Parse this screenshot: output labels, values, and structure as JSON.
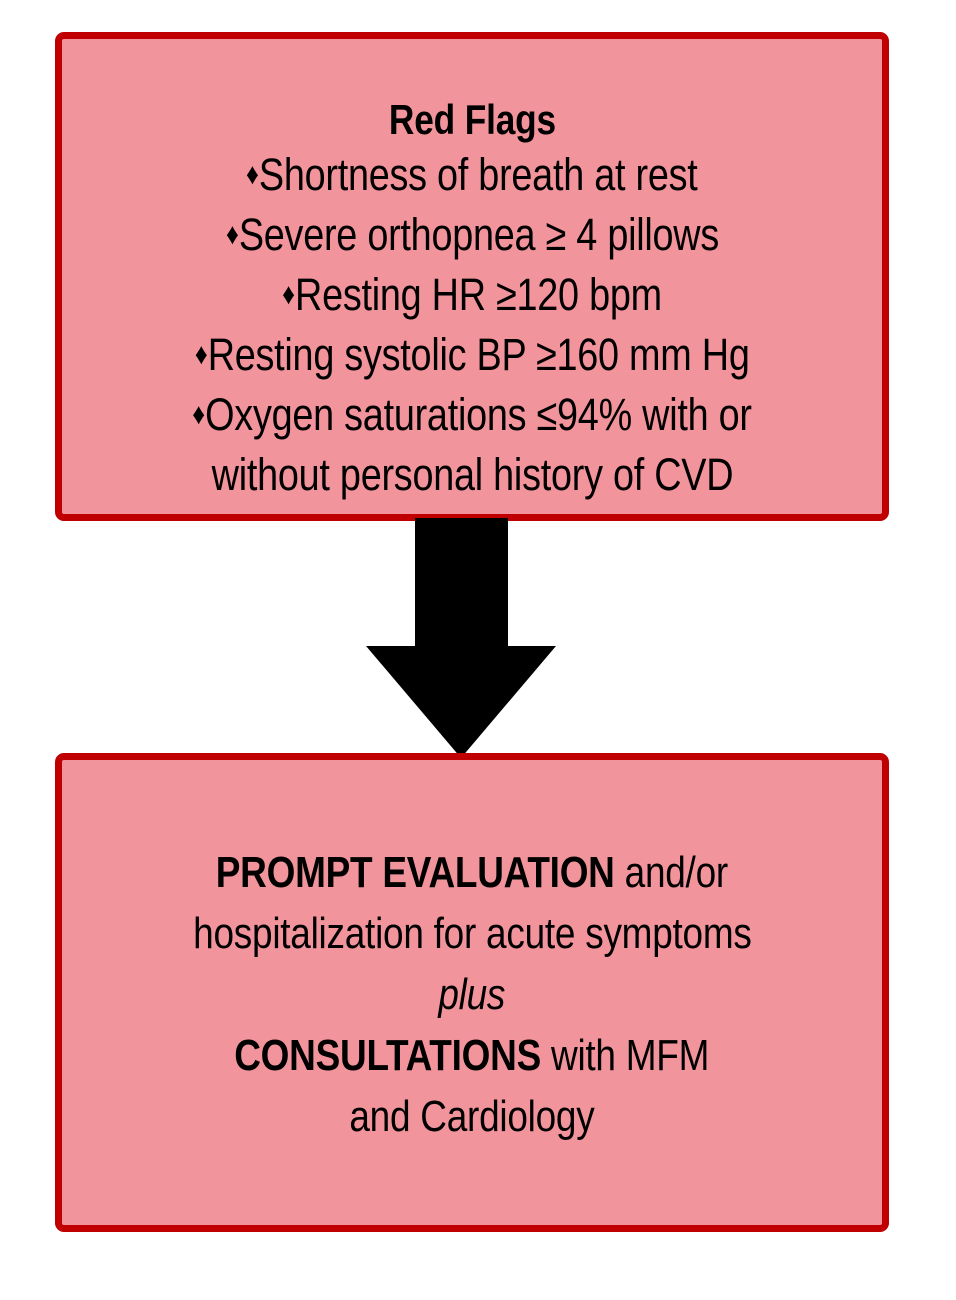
{
  "diagram_data": {
    "type": "flowchart",
    "orientation": "vertical",
    "node_count": 2,
    "connector_count": 1,
    "colors": {
      "node_fill": "#F2949B",
      "node_border": "#C00000",
      "arrow": "#000000",
      "text": "#000000",
      "background": "#FFFFFF"
    }
  },
  "top_box": {
    "title": "Red Flags",
    "bullet_marker": "♦",
    "bullets": [
      {
        "text": "Shortness of breath at rest",
        "continuation": ""
      },
      {
        "text": "Severe orthopnea ≥ 4 pillows",
        "continuation": ""
      },
      {
        "text": "Resting HR ≥120 bpm",
        "continuation": ""
      },
      {
        "text": "Resting systolic BP ≥160 mm Hg",
        "continuation": ""
      },
      {
        "text": "Oxygen saturations ≤94% with or",
        "continuation": "without personal history of CVD"
      }
    ]
  },
  "connector": {
    "icon": "down-arrow-icon",
    "direction": "down",
    "color": "#000000"
  },
  "bottom_box": {
    "line1_bold": "PROMPT EVALUATION",
    "line1_rest": " and/or",
    "line2": "hospitalization for acute symptoms",
    "line3_italic": "plus",
    "line4_bold": "CONSULTATIONS",
    "line4_rest": " with MFM",
    "line5": "and Cardiology"
  }
}
